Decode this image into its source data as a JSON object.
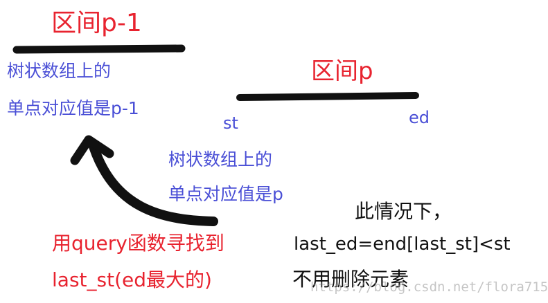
{
  "labels": {
    "interval_p_minus_1": "区间p-1",
    "interval_p": "区间p",
    "left_value_line1": "树状数组上的",
    "left_value_line2": "单点对应值是p-1",
    "mid_value_line1": "树状数组上的",
    "mid_value_line2": "单点对应值是p",
    "st": "st",
    "ed": "ed",
    "query_line1": "用query函数寻找到",
    "query_line2": "last_st(ed最大的)",
    "case_line1": "此情况下，",
    "case_line2": "last_ed=end[last_st]<st",
    "case_line3": "不用删除元素"
  },
  "watermark": "https://blog.csdn.net/flora715",
  "colors": {
    "red": "#e8232f",
    "blue": "#4a4fd6",
    "black": "#111111"
  }
}
